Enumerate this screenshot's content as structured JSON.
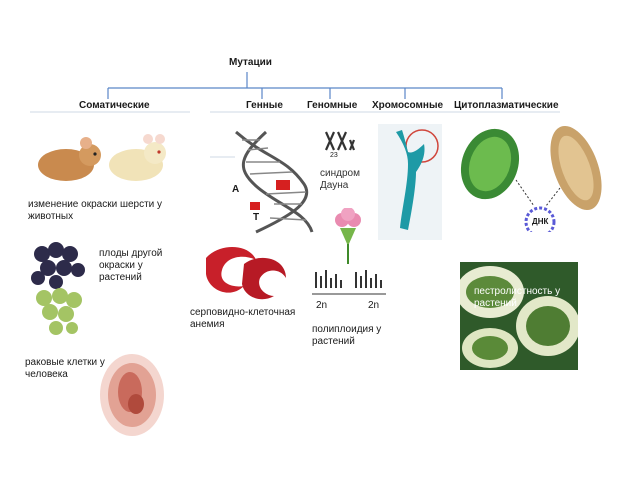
{
  "root": {
    "title": "Мутации"
  },
  "categories": [
    {
      "id": "somatic",
      "label": "Соматические"
    },
    {
      "id": "gene",
      "label": "Генные"
    },
    {
      "id": "genomic",
      "label": "Геномные"
    },
    {
      "id": "chromosomal",
      "label": "Хромосомные"
    },
    {
      "id": "cytoplasmic",
      "label": "Цитоплазматические"
    }
  ],
  "somatic_examples": {
    "fur": "изменение окраски шерсти у животных",
    "fruit": "плоды другой окраски у растений",
    "cancer": "раковые клетки у человека"
  },
  "gene_examples": {
    "dna_letter_a": "А",
    "dna_letter_t": "Т",
    "sickle": "серповидно-клеточная анемия"
  },
  "genomic_examples": {
    "down_number": "23",
    "down": "синдром Дауна",
    "ploidy_left": "2n",
    "ploidy_right": "2n",
    "polyploidy": "полиплоидия у растений"
  },
  "cytoplasmic_examples": {
    "dna_ring": "ДНК",
    "variegation": "пестролистность у растений"
  }
}
